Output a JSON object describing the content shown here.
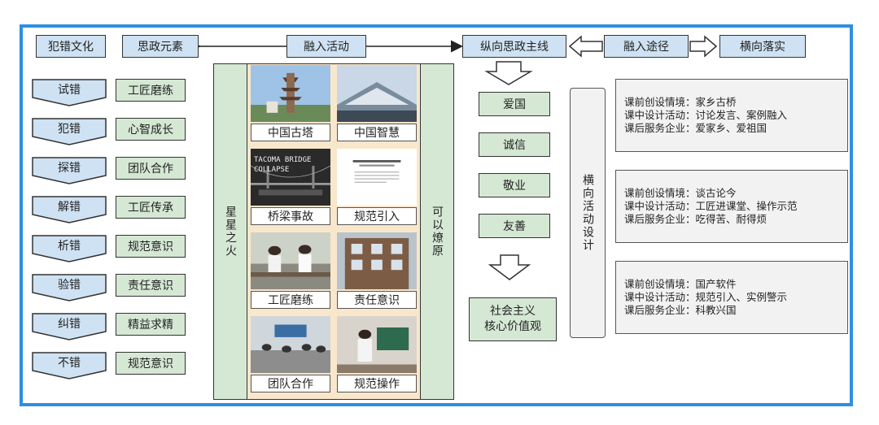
{
  "top_row": {
    "culture": "犯错文化",
    "elements": "思政元素",
    "activity": "融入活动",
    "mainline": "纵向思政主线",
    "path": "融入途径",
    "implement": "横向落实"
  },
  "left_pairs": [
    {
      "stage": "试错",
      "value": "工匠磨练"
    },
    {
      "stage": "犯错",
      "value": "心智成长"
    },
    {
      "stage": "探错",
      "value": "团队合作"
    },
    {
      "stage": "解错",
      "value": "工匠传承"
    },
    {
      "stage": "析错",
      "value": "规范意识"
    },
    {
      "stage": "验错",
      "value": "责任意识"
    },
    {
      "stage": "纠错",
      "value": "精益求精"
    },
    {
      "stage": "不错",
      "value": "规范意识"
    }
  ],
  "spark_label": "星星之火",
  "prairie_label": "可以燎原",
  "photos": [
    {
      "caption": "中国古塔",
      "scene": "pagoda"
    },
    {
      "caption": "中国智慧",
      "scene": "stadium"
    },
    {
      "caption": "桥梁事故",
      "scene": "bridge",
      "overlay": "TACOMA BRIDGE COLLAPSE"
    },
    {
      "caption": "规范引入",
      "scene": "document"
    },
    {
      "caption": "工匠磨练",
      "scene": "classroom"
    },
    {
      "caption": "责任意识",
      "scene": "building"
    },
    {
      "caption": "团队合作",
      "scene": "meeting"
    },
    {
      "caption": "规范操作",
      "scene": "screen"
    }
  ],
  "values": [
    "爱国",
    "诚信",
    "敬业",
    "友善"
  ],
  "core_values": [
    "社会主义",
    "核心价值观"
  ],
  "horizontal_design": "横向活动设计",
  "design_blocks": [
    [
      "课前创设情境：家乡古桥",
      "课中设计活动：讨论发言、案例融入",
      "课后服务企业：爱家乡、爱祖国"
    ],
    [
      "课前创设情境：谈古论今",
      "课中设计活动：工匠进课堂、操作示范",
      "课后服务企业：吃得苦、耐得烦"
    ],
    [
      "课前创设情境：国产软件",
      "课中设计活动：规范引入、实例警示",
      "课后服务企业：科教兴国"
    ]
  ],
  "colors": {
    "frame": "#2e8ee0",
    "blue_box": "#cfe2f3",
    "green_box": "#d5e8d4",
    "gray_box": "#f2f2f2",
    "photo_panel": "#f9e7cc"
  }
}
